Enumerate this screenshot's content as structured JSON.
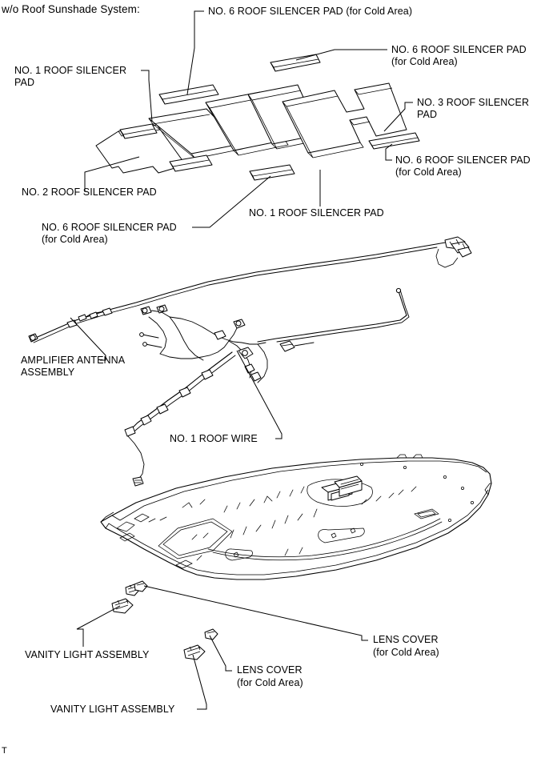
{
  "title": "w/o Roof Sunshade System:",
  "footer_mark": "T",
  "labels": {
    "no6_top_center": "NO. 6 ROOF SILENCER PAD (for Cold Area)",
    "no6_top_right_l1": "NO. 6 ROOF SILENCER PAD",
    "no6_top_right_l2": "(for Cold Area)",
    "no1_top_left_l1": "NO. 1 ROOF SILENCER",
    "no1_top_left_l2": "PAD",
    "no3_right_l1": "NO. 3 ROOF SILENCER",
    "no3_right_l2": "PAD",
    "no6_mid_right_l1": "NO. 6 ROOF SILENCER PAD",
    "no6_mid_right_l2": "(for Cold Area)",
    "no2_left": "NO. 2 ROOF SILENCER PAD",
    "no6_lower_left_l1": "NO. 6 ROOF SILENCER PAD",
    "no6_lower_left_l2": "(for Cold Area)",
    "no1_center": "NO. 1 ROOF SILENCER PAD",
    "amplifier_antenna_l1": "AMPLIFIER ANTENNA",
    "amplifier_antenna_l2": "ASSEMBLY",
    "no1_roof_wire": "NO. 1 ROOF WIRE",
    "lens_cover_right_l1": "LENS COVER",
    "lens_cover_right_l2": "(for Cold Area)",
    "lens_cover_mid_l1": "LENS COVER",
    "lens_cover_mid_l2": "(for Cold Area)",
    "vanity_light_left": "VANITY LIGHT ASSEMBLY",
    "vanity_light_lower": "VANITY LIGHT ASSEMBLY"
  },
  "colors": {
    "ink": "#000000",
    "paper": "#ffffff"
  },
  "parts": [
    {
      "name": "no-1-roof-silencer-pad",
      "count": 2
    },
    {
      "name": "no-2-roof-silencer-pad",
      "count": 1
    },
    {
      "name": "no-3-roof-silencer-pad",
      "count": 1
    },
    {
      "name": "no-6-roof-silencer-pad-cold-area",
      "count": 5
    },
    {
      "name": "amplifier-antenna-assembly",
      "count": 1
    },
    {
      "name": "no-1-roof-wire",
      "count": 1
    },
    {
      "name": "roof-headlining",
      "count": 1
    },
    {
      "name": "vanity-light-assembly",
      "count": 2
    },
    {
      "name": "lens-cover-cold-area",
      "count": 2
    }
  ]
}
